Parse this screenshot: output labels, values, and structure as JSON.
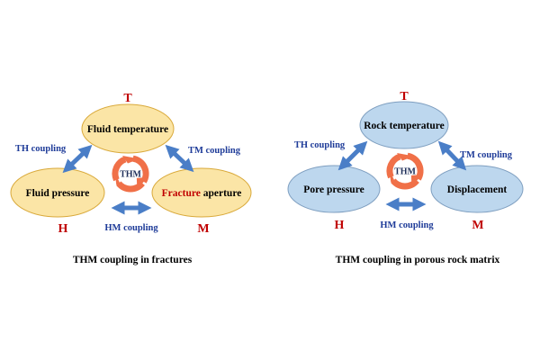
{
  "colors": {
    "fracture_fill": "#FBE5A6",
    "fracture_stroke": "#D9A93A",
    "matrix_fill": "#BDD7EE",
    "matrix_stroke": "#7F9FC0",
    "corner_letter": "#C00000",
    "coupling_text": "#1F3C99",
    "arrow_blue": "#4A7EC7",
    "cycle_orange": "#F07048",
    "highlight_red": "#C00000"
  },
  "diagrams": [
    {
      "id": "fracture",
      "fill_key": "fracture",
      "top_node": "Fluid temperature",
      "left_node": "Fluid pressure",
      "right_node_highlight": "Fracture",
      "right_node_rest": " aperture",
      "corner_T": "T",
      "corner_H": "H",
      "corner_M": "M",
      "th_coupling": "TH coupling",
      "tm_coupling": "TM coupling",
      "hm_coupling": "HM coupling",
      "center": "THM",
      "caption": "THM coupling in fractures"
    },
    {
      "id": "matrix",
      "fill_key": "matrix",
      "top_node": "Rock temperature",
      "left_node": "Pore pressure",
      "right_node_highlight": "",
      "right_node_rest": "Displacement",
      "corner_T": "T",
      "corner_H": "H",
      "corner_M": "M",
      "th_coupling": "TH coupling",
      "tm_coupling": "TM coupling",
      "hm_coupling": "HM coupling",
      "center": "THM",
      "caption": "THM coupling in porous rock matrix"
    }
  ]
}
